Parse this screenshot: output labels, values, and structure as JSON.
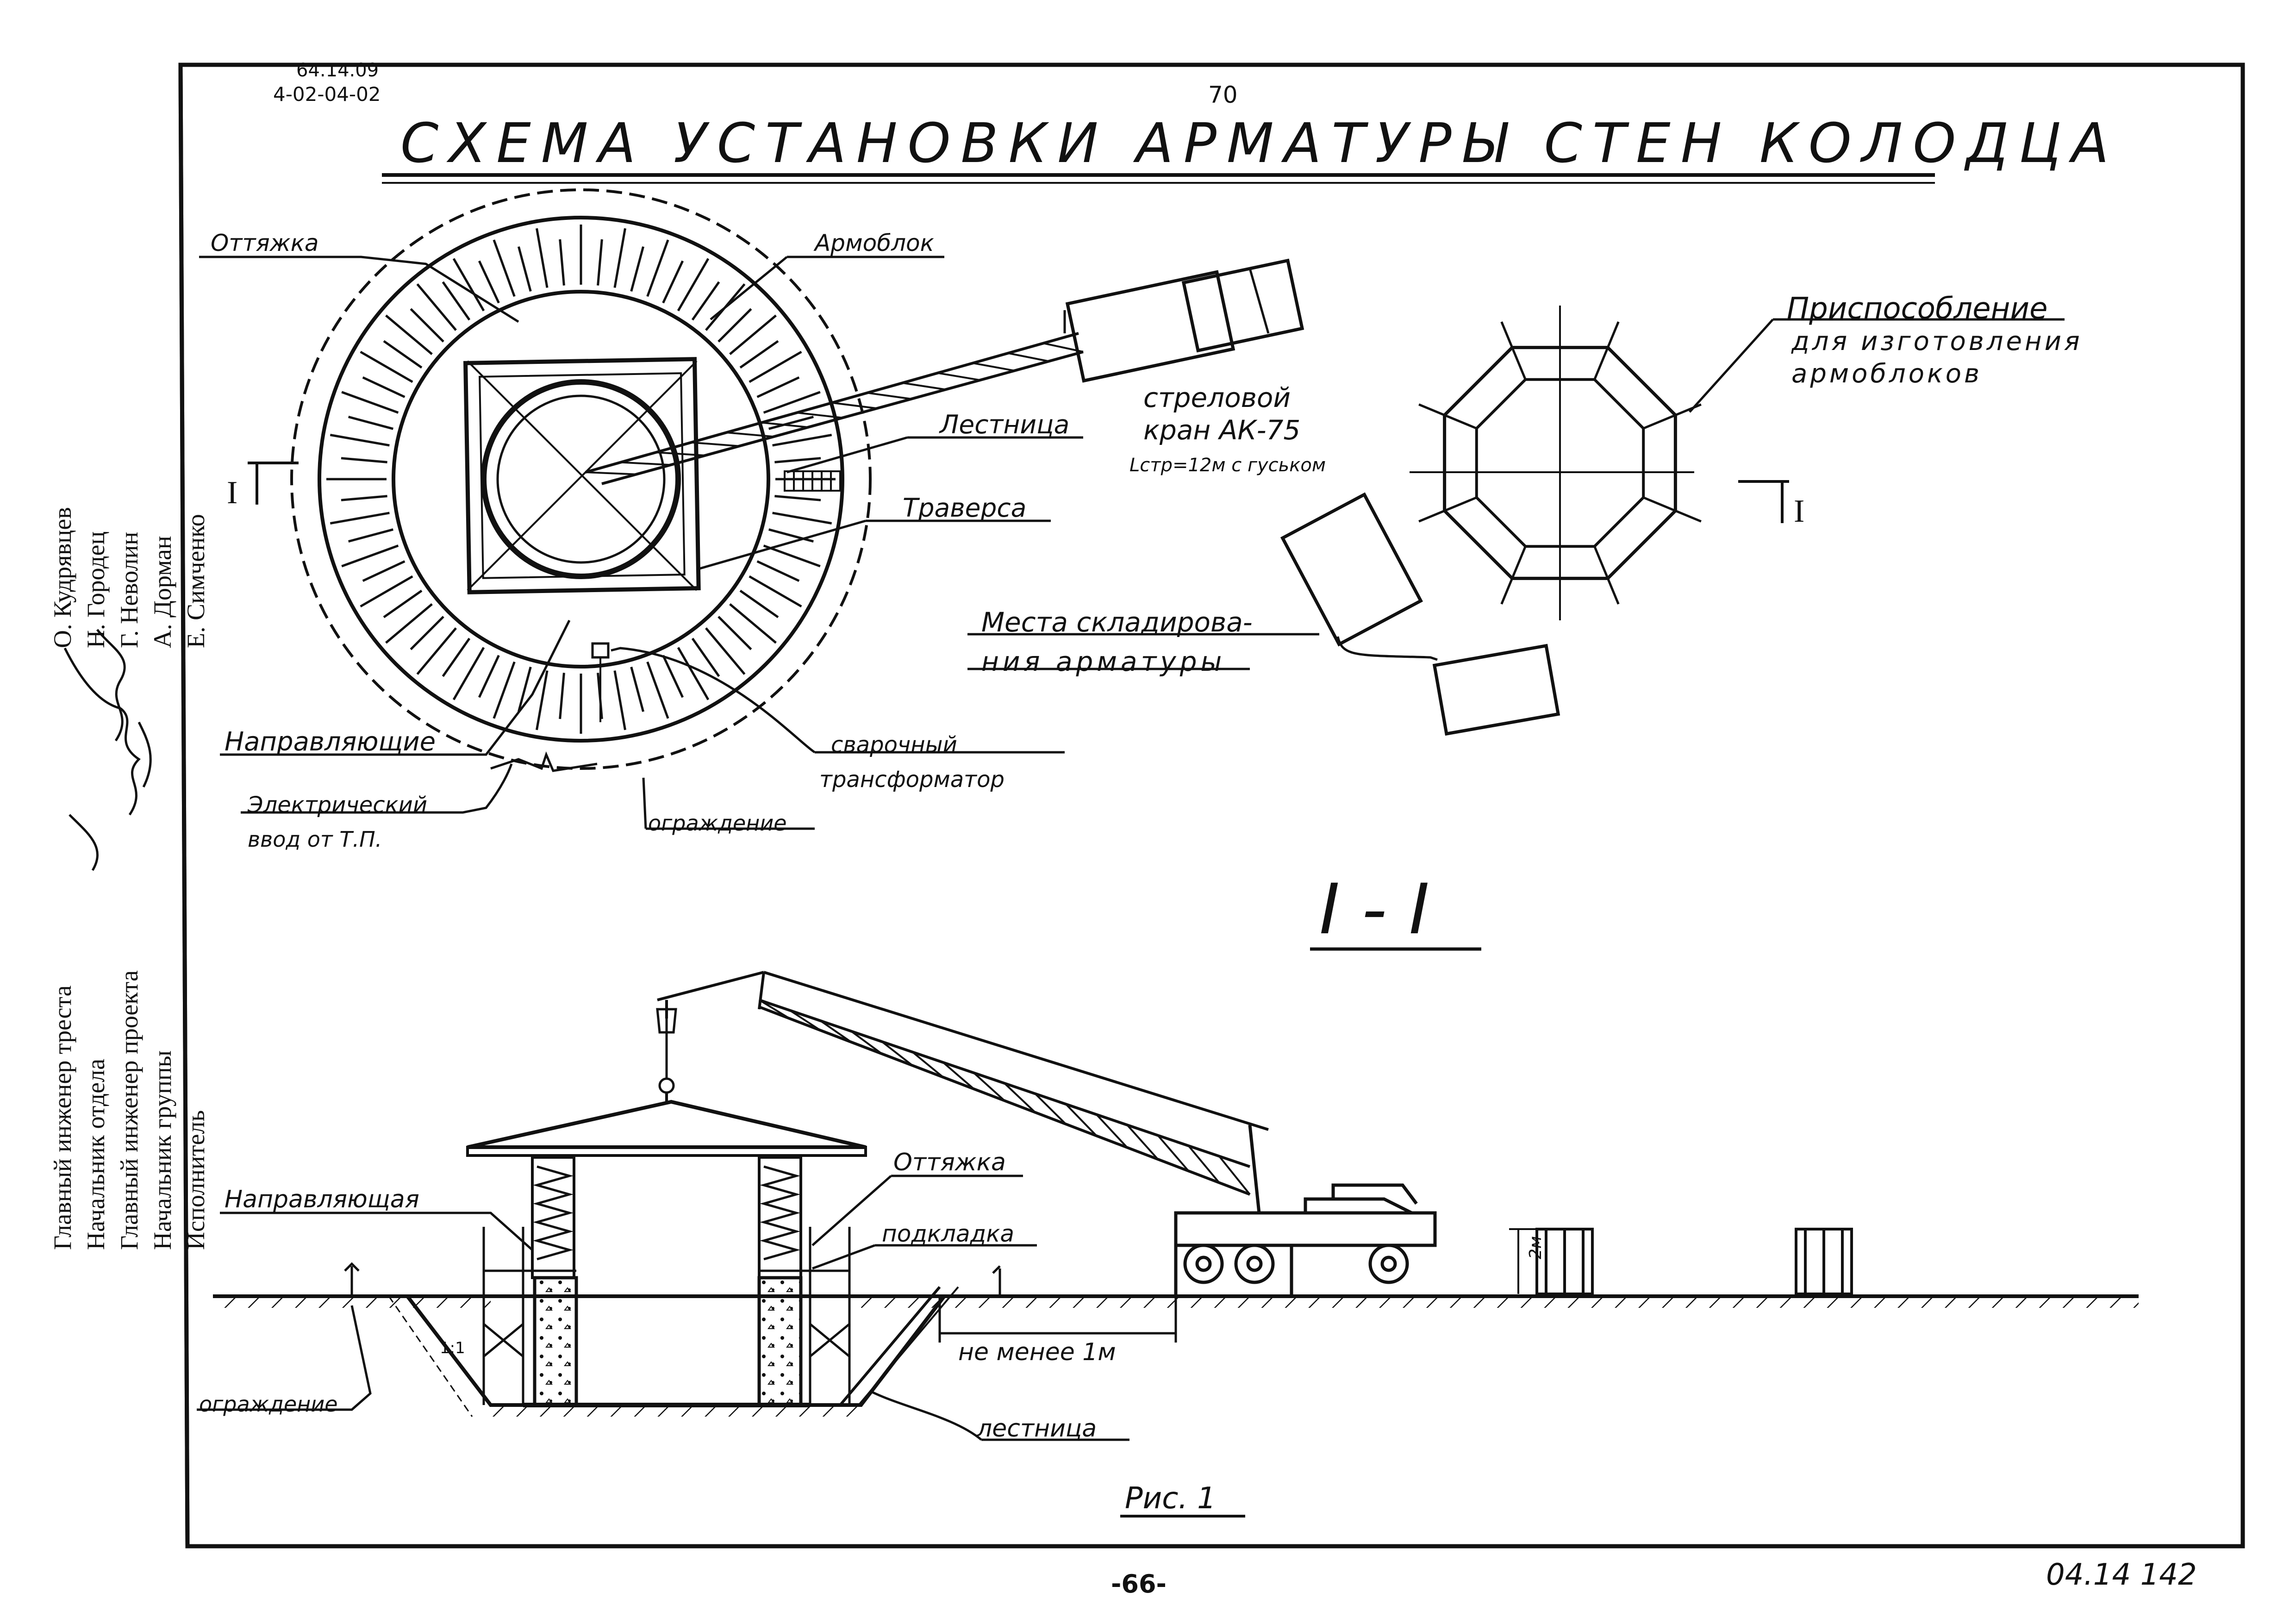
{
  "header": {
    "doc_code_old": "64.14.09",
    "doc_code": "4-02-04-02",
    "sheet_number": "70",
    "title": "СХЕМА УСТАНОВКИ АРМАТУРЫ СТЕН КОЛОДЦА"
  },
  "plan_labels": {
    "ottyazhka": "Оттяжка",
    "armoblok": "Армоблок",
    "lestnitsa": "Лестница",
    "strelovoy_kran_1": "стреловой",
    "strelovoy_kran_2": "кран АК-75",
    "strelovoy_kran_3": "Lстр=12м с гуськом",
    "traversa": "Траверса",
    "prisposoblenie_1": "Приспособление",
    "prisposoblenie_2": "для изготовления",
    "prisposoblenie_3": "армоблоков",
    "mesta_1": "Места складирова-",
    "mesta_2": "ния арматуры",
    "napravlyayushchie": "Направляющие",
    "svarochny_1": "сварочный",
    "svarochny_2": "трансформатор",
    "elektr_1": "Электрический",
    "elektr_2": "ввод от Т.П.",
    "ograzhdenie": "ограждение",
    "section_mark_left": "I",
    "section_mark_right": "I"
  },
  "section_labels": {
    "section_title": "I - I",
    "napravlyayushchaya": "Направляющая",
    "ottyazhka": "Оттяжка",
    "podkladka": "подкладка",
    "ne_menee": "не менее 1м",
    "ograzhdenie": "ограждение",
    "lestnitsa": "лестница",
    "height_2m": "2м",
    "slope": "1:1",
    "figure_caption": "Рис. 1"
  },
  "stamp": {
    "roles": [
      "Главный инженер треста",
      "Начальник отдела",
      "Главный инженер проекта",
      "Начальник группы",
      "Исполнитель"
    ],
    "names": [
      "О. Кудрявцев",
      "Н. Городец",
      "Г. Неволин",
      "А. Дорман",
      "Е. Симченко"
    ]
  },
  "footer": {
    "page_number": "-66-",
    "archive_code": "04.14 142"
  }
}
